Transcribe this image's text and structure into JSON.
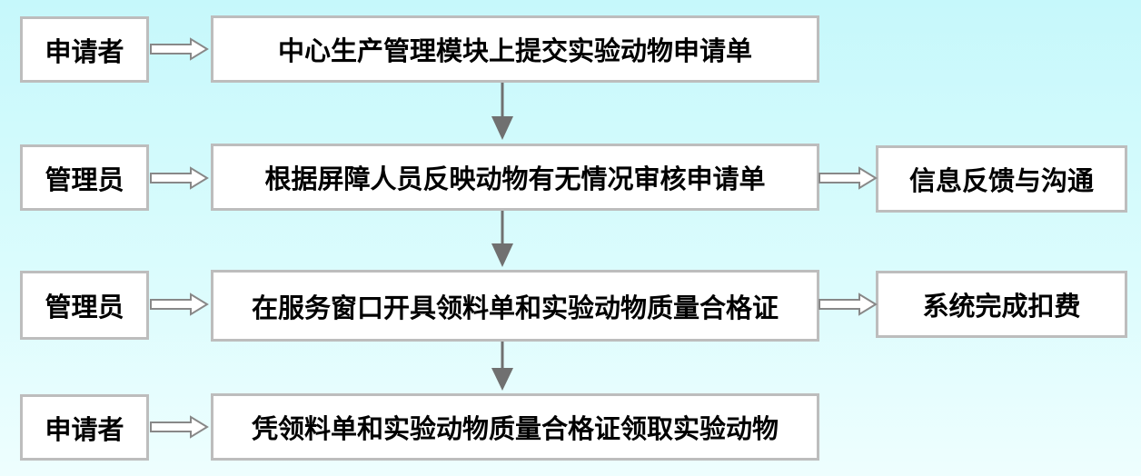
{
  "rows": [
    {
      "actor": "申请者",
      "step": "中心生产管理模块上提交实验动物申请单"
    },
    {
      "actor": "管理员",
      "step": "根据屏障人员反映动物有无情况审核申请单",
      "outcome": "信息反馈与沟通"
    },
    {
      "actor": "管理员",
      "step": "在服务窗口开具领料单和实验动物质量合格证",
      "outcome": "系统完成扣费"
    },
    {
      "actor": "申请者",
      "step": "凭领料单和实验动物质量合格证领取实验动物"
    }
  ]
}
